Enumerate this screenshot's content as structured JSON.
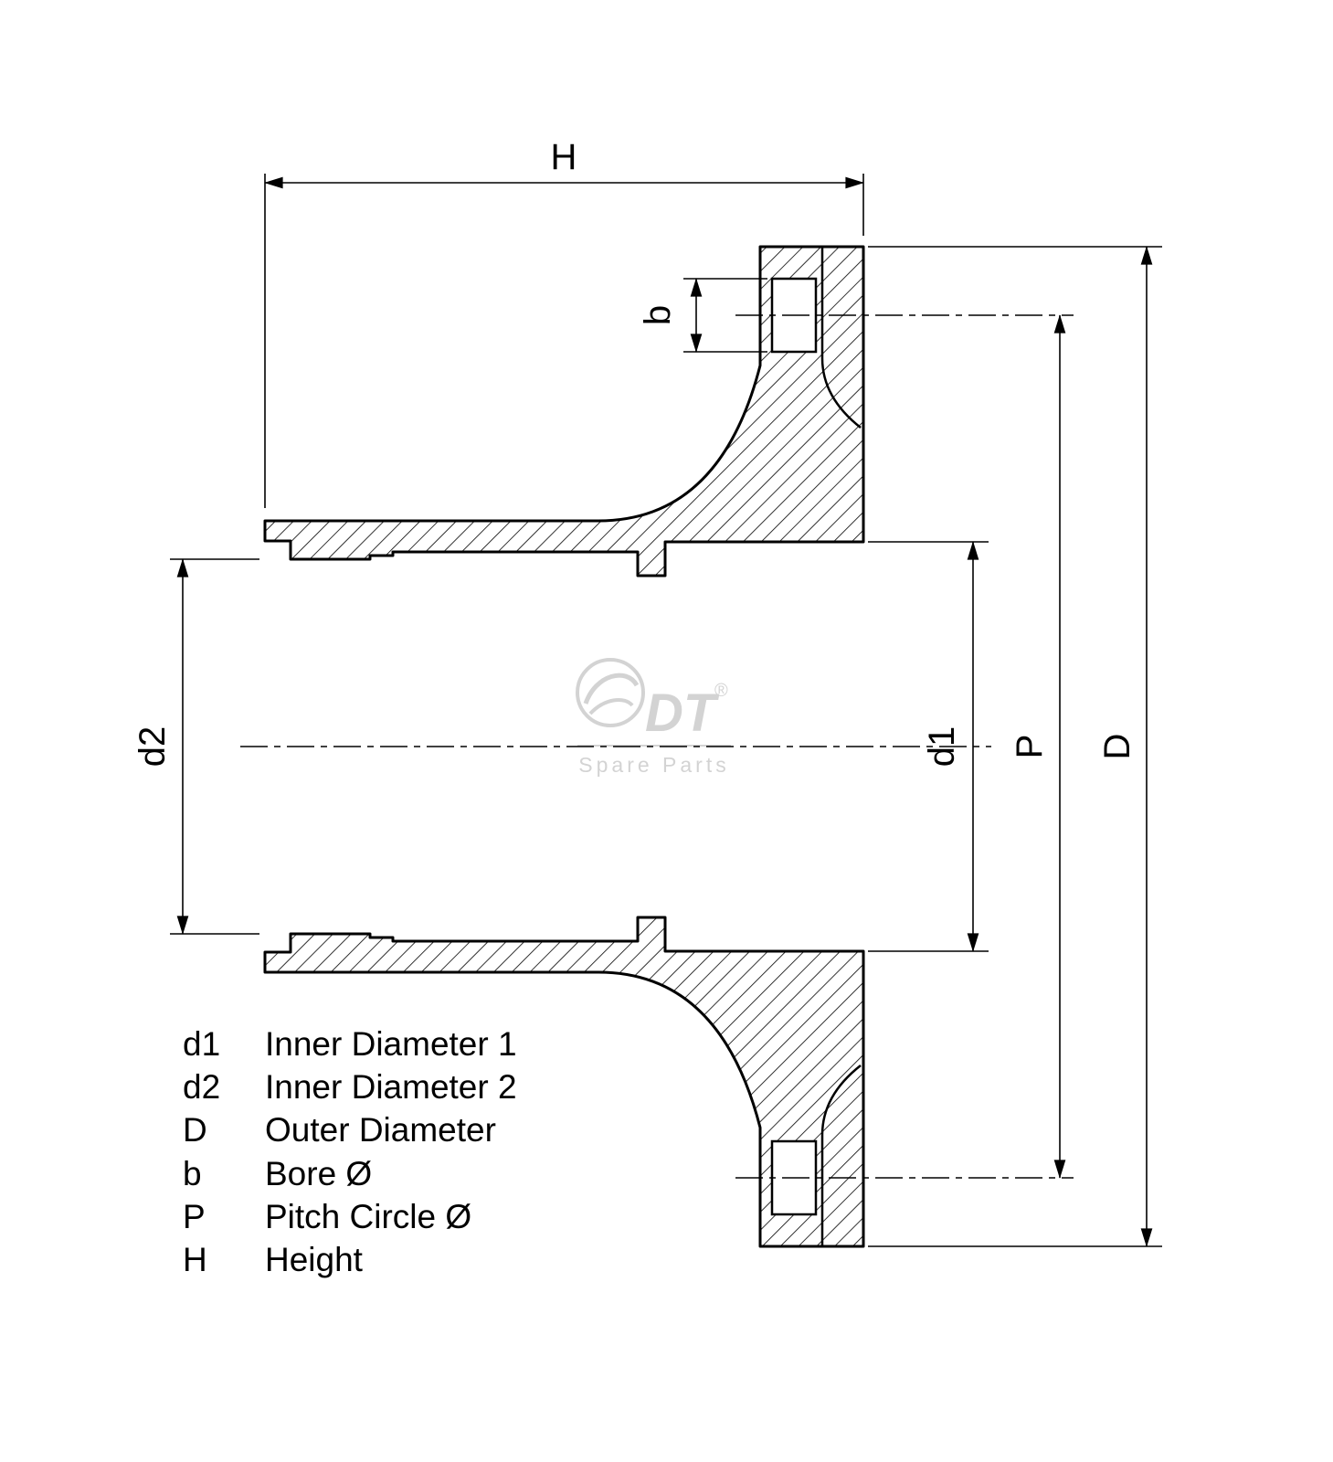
{
  "dimensions": {
    "H": "H",
    "b": "b",
    "d1": "d1",
    "d2": "d2",
    "P": "P",
    "D": "D"
  },
  "legend": {
    "items": [
      {
        "symbol": "d1",
        "description": "Inner Diameter 1"
      },
      {
        "symbol": "d2",
        "description": "Inner Diameter 2"
      },
      {
        "symbol": "D",
        "description": "Outer Diameter"
      },
      {
        "symbol": "b",
        "description": "Bore Ø"
      },
      {
        "symbol": "P",
        "description": "Pitch Circle Ø"
      },
      {
        "symbol": "H",
        "description": "Height"
      }
    ]
  },
  "watermark": {
    "brand": "DT",
    "registered": "®",
    "subtitle": "Spare Parts"
  },
  "colors": {
    "line": "#000000",
    "background": "#ffffff",
    "watermark": "#b0b0b0"
  }
}
